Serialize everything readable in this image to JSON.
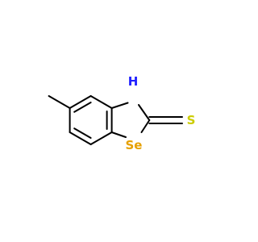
{
  "molecule": {
    "atoms": {
      "nh": {
        "label": "H",
        "element": "N",
        "color": "#2020FF"
      },
      "se": {
        "label": "Se",
        "element": "Se",
        "color": "#E6A000"
      },
      "s": {
        "label": "S",
        "element": "S",
        "color": "#CCCC00"
      }
    },
    "bond_color": "#000000"
  }
}
